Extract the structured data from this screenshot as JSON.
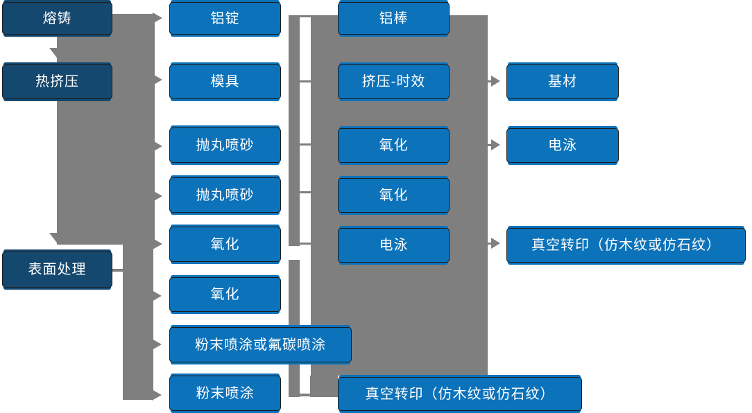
{
  "diagram_title": "",
  "colors": {
    "stage_node_fill": "#14486E",
    "process_node_fill": "#0C72BA",
    "connector_gray": "#7F7F7F",
    "node_border": "#1C1C1C",
    "node_text": "#FFFFFF",
    "background": "#FFFFFF"
  },
  "nodes": [
    {
      "id": "melting-casting",
      "label": "熔铸"
    },
    {
      "id": "hot-extrusion",
      "label": "热挤压"
    },
    {
      "id": "surface-treatment",
      "label": "表面处理"
    },
    {
      "id": "aluminum-ingot",
      "label": "铝锭"
    },
    {
      "id": "mold",
      "label": "模具"
    },
    {
      "id": "shot-blasting-1",
      "label": "抛丸喷砂"
    },
    {
      "id": "shot-blasting-2",
      "label": "抛丸喷砂"
    },
    {
      "id": "oxidation-1",
      "label": "氧化"
    },
    {
      "id": "oxidation-2",
      "label": "氧化"
    },
    {
      "id": "powder-or-fluorocarbon",
      "label": "粉末喷涂或氟碳喷涂"
    },
    {
      "id": "powder-coating",
      "label": "粉末喷涂"
    },
    {
      "id": "aluminum-rod",
      "label": "铝棒"
    },
    {
      "id": "extrusion-aging",
      "label": "挤压-时效"
    },
    {
      "id": "oxidation-3",
      "label": "氧化"
    },
    {
      "id": "oxidation-4",
      "label": "氧化"
    },
    {
      "id": "electrophoresis-1",
      "label": "电泳"
    },
    {
      "id": "vacuum-transfer-print-1",
      "label": "真空转印（仿木纹或仿石纹）"
    },
    {
      "id": "base-material",
      "label": "基材"
    },
    {
      "id": "electrophoresis-2",
      "label": "电泳"
    },
    {
      "id": "vacuum-transfer-print-2",
      "label": "真空转印（仿木纹或仿石纹）"
    }
  ]
}
